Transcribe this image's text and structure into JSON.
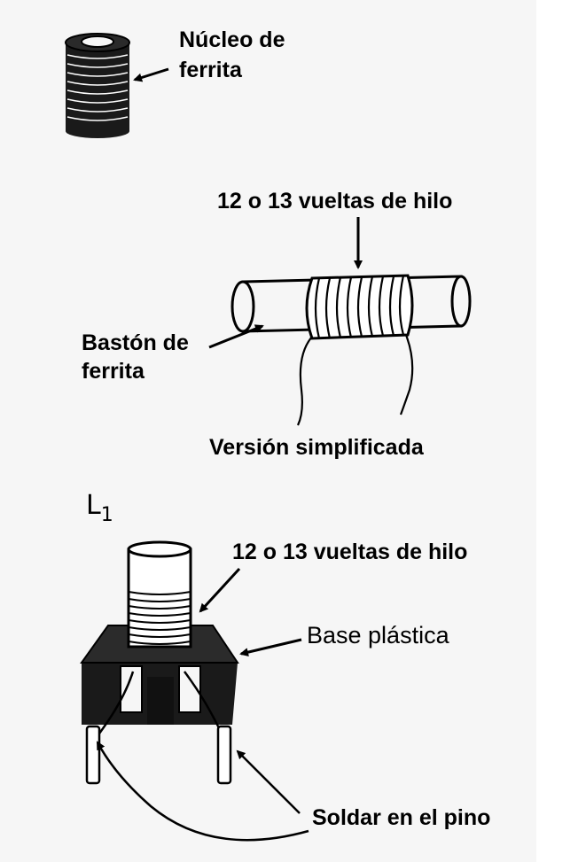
{
  "labels": {
    "nucleo": "Núcleo de",
    "nucleo_l2": "ferrita",
    "vueltas_top": "12 o 13 vueltas de hilo",
    "baston": "Bastón de",
    "baston_l2": "ferrita",
    "version": "Versión simplificada",
    "l1_letter": "L",
    "l1_sub": "1",
    "vueltas_bottom": "12 o 13 vueltas de hilo",
    "base": "Base plástica",
    "soldar": "Soldar en el pino"
  },
  "icons": [
    "ferrite-core-icon",
    "ferrite-rod-coil-icon",
    "l1-coil-assembly-icon"
  ],
  "colors": {
    "ink": "#000000",
    "paper": "#f6f6f6"
  }
}
